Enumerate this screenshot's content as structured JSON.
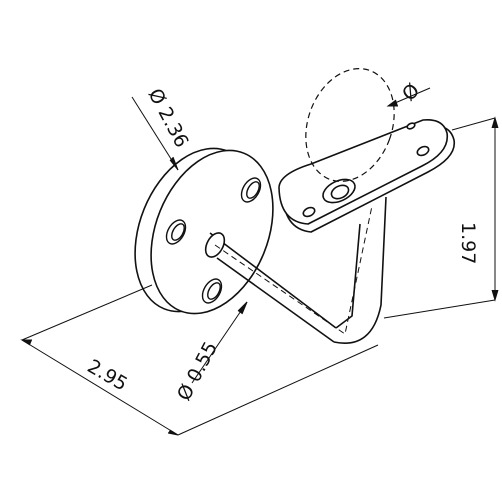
{
  "dimensions": {
    "plate_diameter": "Ø 2.36",
    "tube_diameter": "Ø 0.55",
    "projection": "2.95",
    "height": "1.97",
    "top_diameter": "Ø"
  },
  "colors": {
    "line": "#111111",
    "background": "#ffffff"
  }
}
